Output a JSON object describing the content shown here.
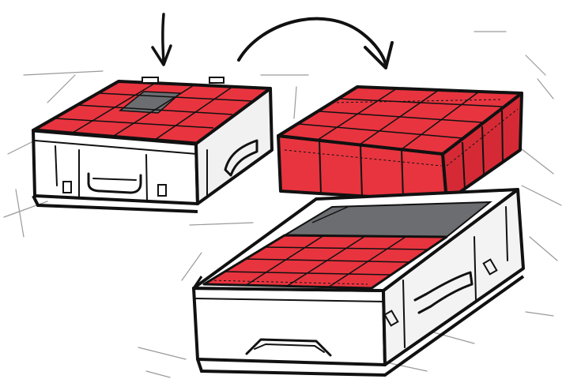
{
  "illustration": {
    "subject": "stackable-organizer-cases",
    "colors": {
      "insert_red": "#e8343f",
      "insert_red_dark": "#c4202c",
      "insert_red_side": "#d52a35",
      "case_white": "#ffffff",
      "case_shadow": "#e6e6e6",
      "tray_floor_gray": "#6b6d70",
      "ink": "#111111",
      "sketch_gray": "#9a9a9a"
    },
    "icons": [
      "down-arrow-icon",
      "curved-arrow-icon"
    ],
    "small_case_compartments": 12,
    "removed_insert_compartments": 16,
    "large_case_remaining_compartments": 16
  }
}
